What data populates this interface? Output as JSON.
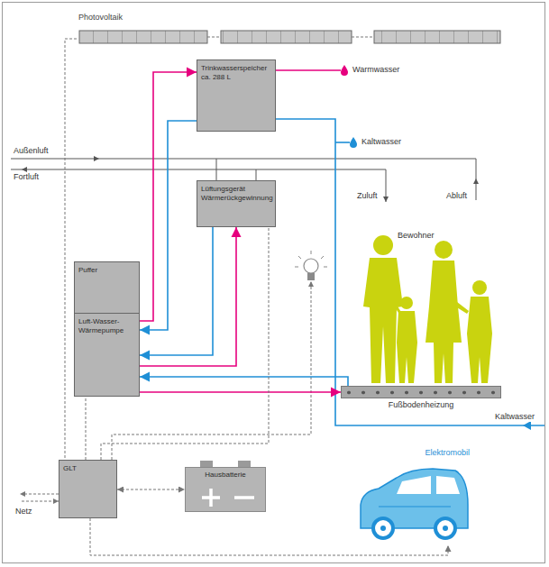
{
  "diagram": {
    "nodes": [
      {
        "text": [
          "Photovoltaik"
        ]
      },
      {
        "text": [
          "Trinkwasserspeicher ca. 288 L"
        ]
      },
      {
        "text": [
          "Lüftungsgerät Wärmerückgewinnung"
        ]
      },
      {
        "text": [
          "Puffer"
        ]
      },
      {
        "text": [
          "Luft-Wasser-Wärmepumpe"
        ]
      },
      {
        "text": [
          "Fußbodenheizung"
        ]
      },
      {
        "text": [
          "GLT"
        ]
      },
      {
        "text": [
          "Hausbatterie"
        ]
      },
      {
        "text": [
          "Elektromobil"
        ]
      }
    ],
    "edges": [
      {
        "from": 4,
        "to": 1,
        "arrow": "to"
      },
      {
        "from": 1,
        "to": 4,
        "arrow": "to"
      },
      {
        "from": 4,
        "to": 5,
        "arrow": "to"
      },
      {
        "from": 5,
        "to": 4,
        "arrow": "to"
      },
      {
        "from": 4,
        "to": 2,
        "arrow": "to"
      },
      {
        "from": 2,
        "to": 4,
        "arrow": "to"
      },
      {
        "from": 0,
        "to": 6,
        "arrow": "none"
      },
      {
        "from": 6,
        "to": 4,
        "arrow": "none"
      },
      {
        "from": 6,
        "to": 2,
        "arrow": "none"
      },
      {
        "from": 6,
        "to": 7,
        "arrow": "both"
      },
      {
        "from": 6,
        "to": 8,
        "arrow": "to"
      }
    ],
    "labels": [
      "Warmwasser",
      "Kaltwasser",
      "Außenluft",
      "Fortluft",
      "Zuluft",
      "Abluft",
      "Bewohner",
      "Kaltwasser",
      "Netz"
    ]
  }
}
